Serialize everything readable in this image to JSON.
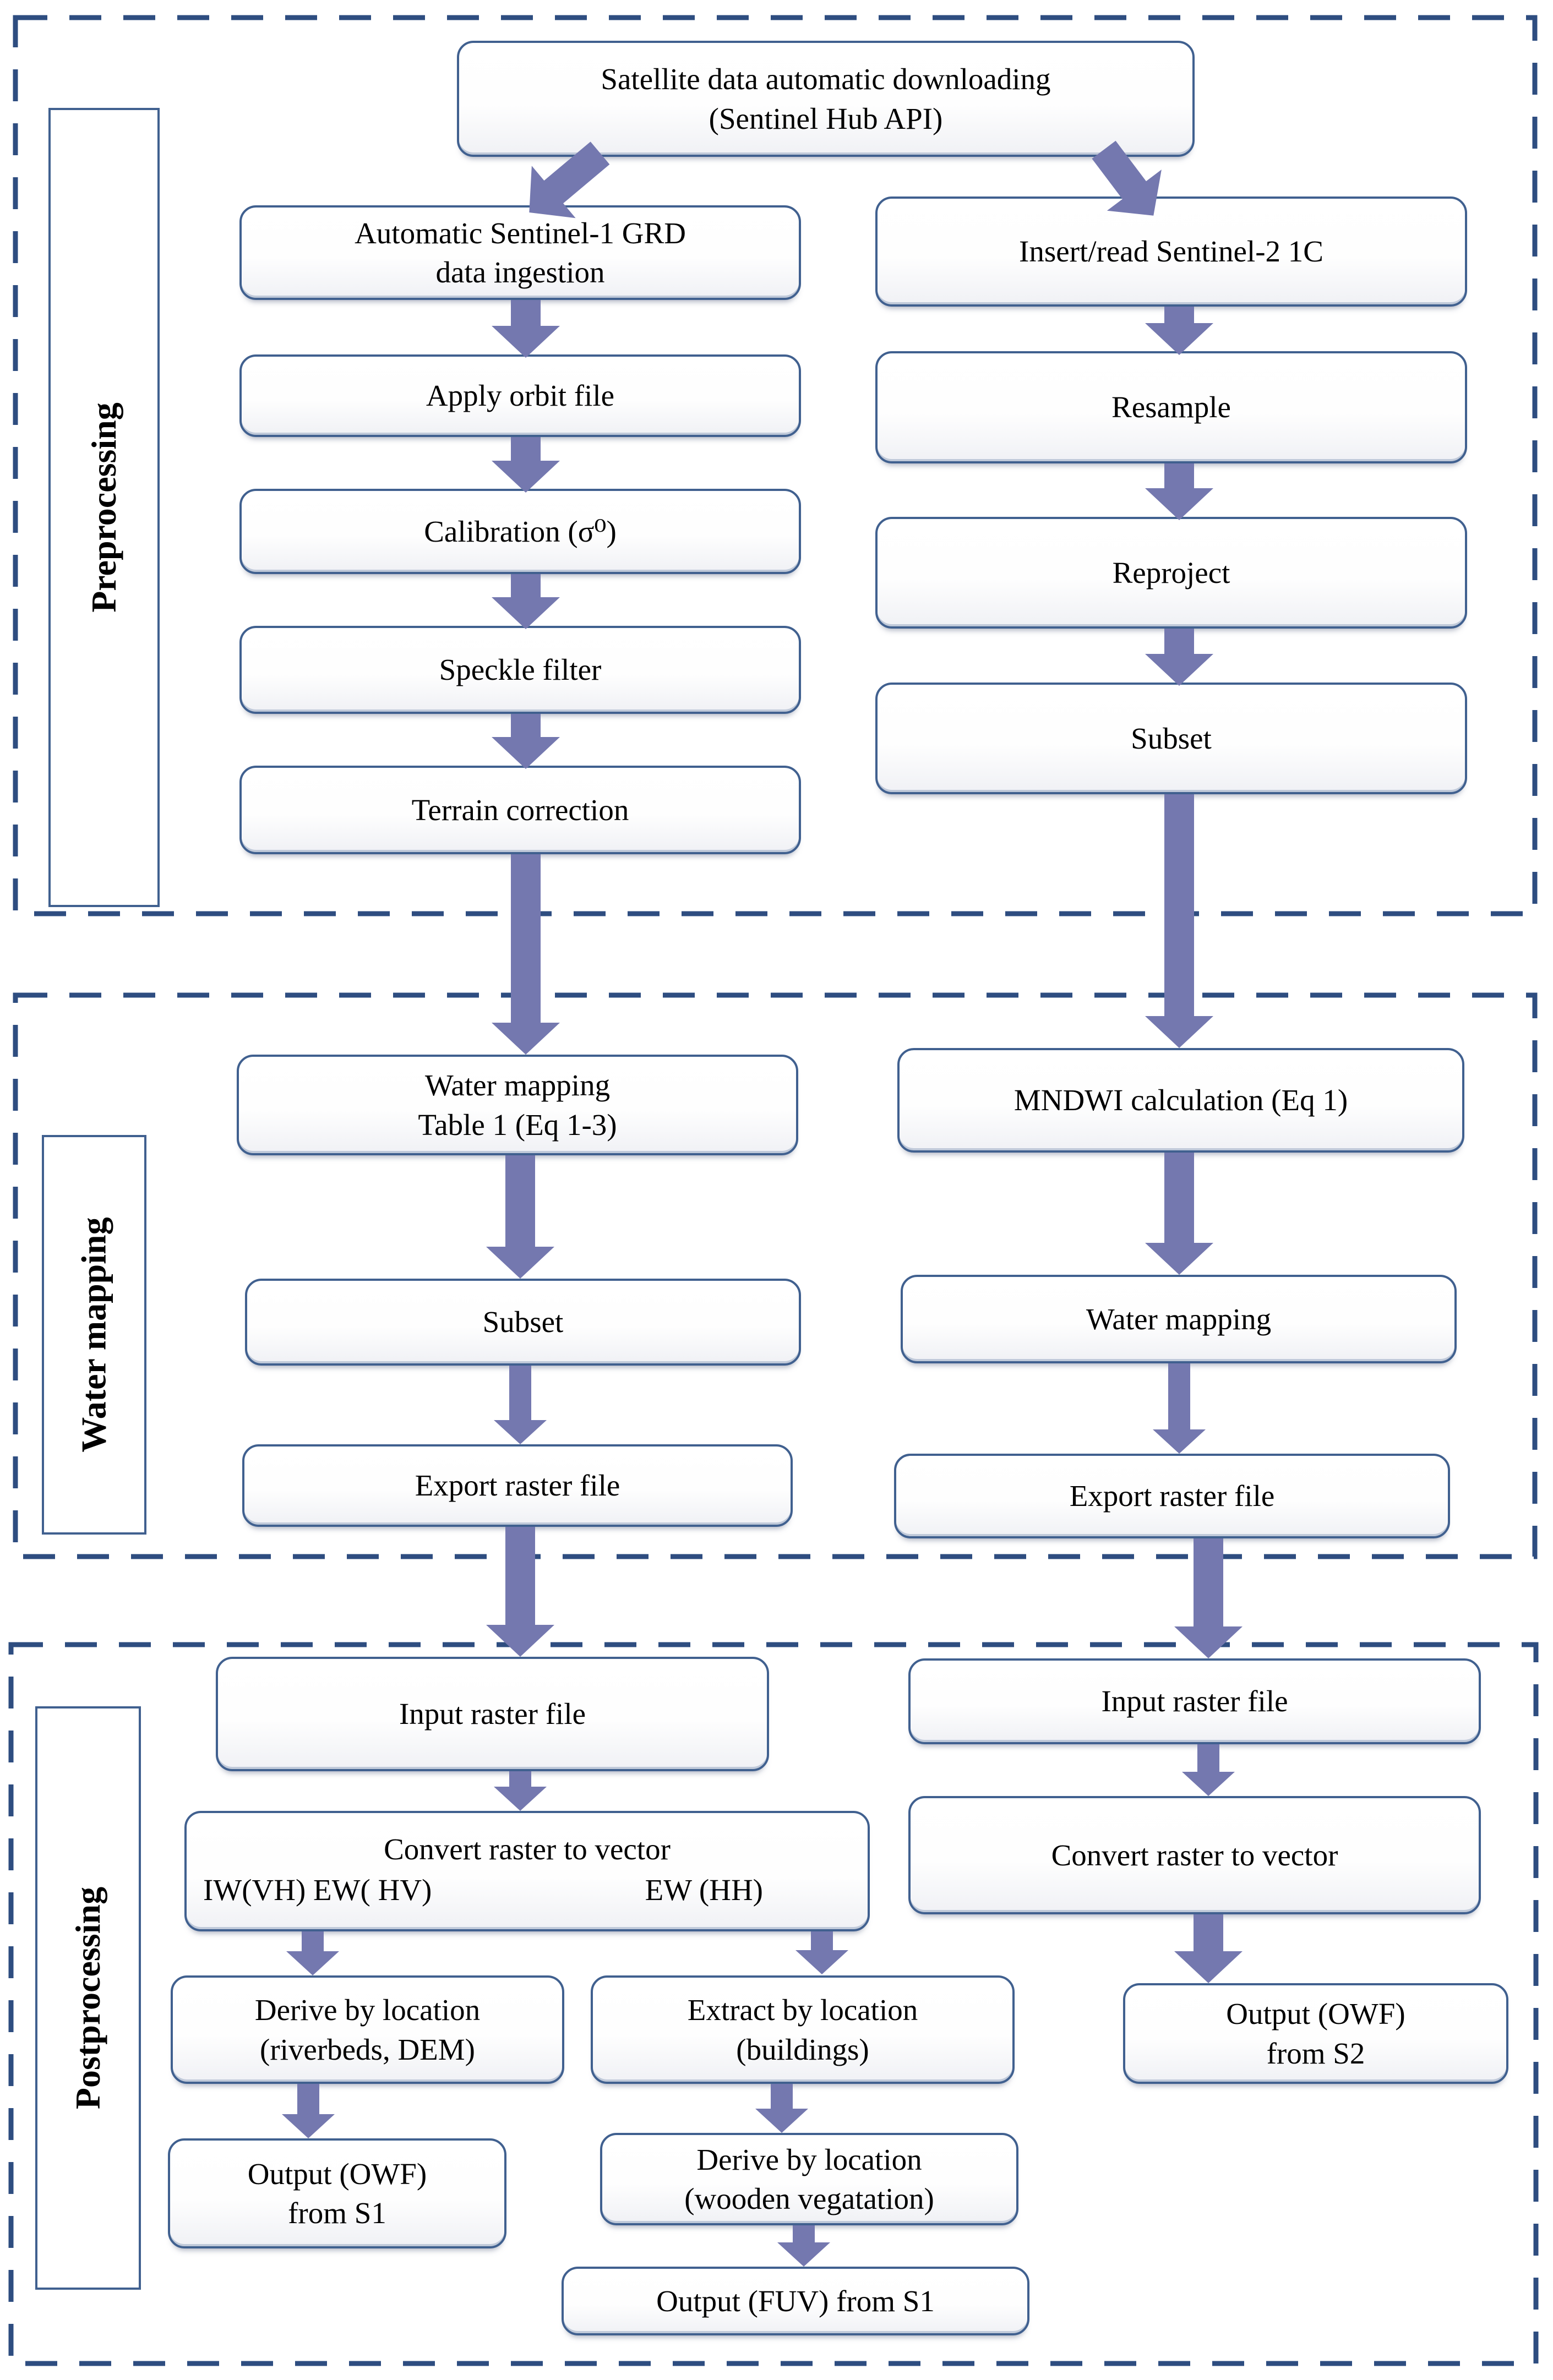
{
  "colors": {
    "accent_arrow": "#7478af",
    "box_border": "#40608f",
    "dashed_border": "#2e4d80",
    "text": "#000000",
    "background": "#ffffff"
  },
  "preprocessing": {
    "label": "Preprocessing",
    "source": "Satellite data automatic downloading\n(Sentinel Hub API)",
    "s1_steps": [
      "Automatic Sentinel-1 GRD\ndata ingestion",
      "Apply orbit file",
      "Calibration (σ⁰)",
      "Speckle filter",
      "Terrain correction"
    ],
    "s2_steps": [
      "Insert/read Sentinel-2 1C",
      "Resample",
      "Reproject",
      "Subset"
    ]
  },
  "water_mapping": {
    "label": "Water mapping",
    "s1_steps": [
      "Water mapping\nTable 1 (Eq 1-3)",
      "Subset",
      "Export raster file"
    ],
    "s2_steps": [
      "MNDWI calculation (Eq 1)",
      "Water mapping",
      "Export raster file"
    ]
  },
  "postprocessing": {
    "label": "Postprocessing",
    "s1_input": "Input raster file",
    "s1_convert_title": "Convert raster to vector",
    "s1_convert_mode_left": "IW(VH) EW( HV)",
    "s1_convert_mode_right": "EW (HH)",
    "s1_derive_riverbeds": "Derive by location\n(riverbeds, DEM)",
    "s1_extract_buildings": "Extract by location\n(buildings)",
    "s1_output_owf": "Output (OWF)\nfrom S1",
    "s1_derive_wooden": "Derive by location\n(wooden vegatation)",
    "s1_output_fuv": "Output (FUV) from S1",
    "s2_input": "Input raster file",
    "s2_convert": "Convert raster to vector",
    "s2_output_owf": "Output (OWF)\nfrom S2"
  }
}
